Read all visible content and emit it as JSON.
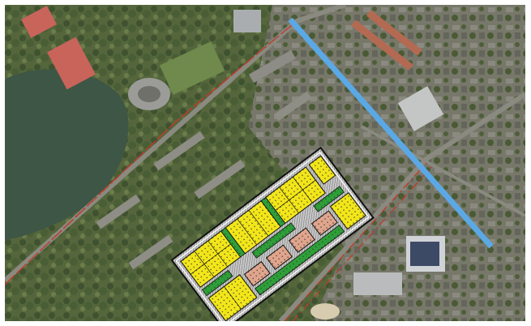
{
  "map": {
    "view": "aerial-photo",
    "colors": {
      "route_line": "#5aa9e6",
      "boundary_dash": "#c23a2a",
      "plan_yellow": "#f2e619",
      "plan_green": "#2f9e3a",
      "plan_salmon": "#e0a58c",
      "plan_gray": "#b9b9b9",
      "plan_outline": "#111111",
      "water": "#3f5a4a",
      "sports_field": "#c9645a"
    },
    "layers": [
      "aerial-imagery",
      "route-line",
      "boundary-dashed-line",
      "zoning-plan-overlay"
    ]
  }
}
